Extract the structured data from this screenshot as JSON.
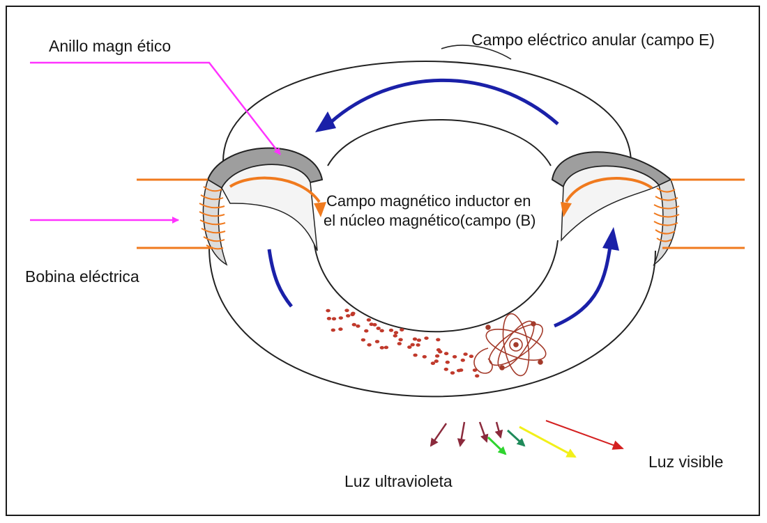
{
  "labels": {
    "magnetic_ring": "Anillo magn ético",
    "electric_field": "Campo eléctrico anular (campo E)",
    "magnetic_field_line1": "Campo magnético inductor en",
    "magnetic_field_line2": "el núcleo magnético(campo (B)",
    "coil": "Bobina eléctrica",
    "uv_light": "Luz ultravioleta",
    "visible_light": "Luz visible"
  },
  "colors": {
    "label_pointer": "#ff33ff",
    "field_arrow": "#1a20a8",
    "coil": "#f07a1e",
    "core_gray": "#9e9e9e",
    "particles": "#c0392b",
    "atom": "#a33a2a"
  },
  "light_rays": [
    "#8b2a3c",
    "#8b2a3c",
    "#8b2a3c",
    "#2fd42f",
    "#1f8a5a",
    "#f2f01a",
    "#d42020"
  ]
}
